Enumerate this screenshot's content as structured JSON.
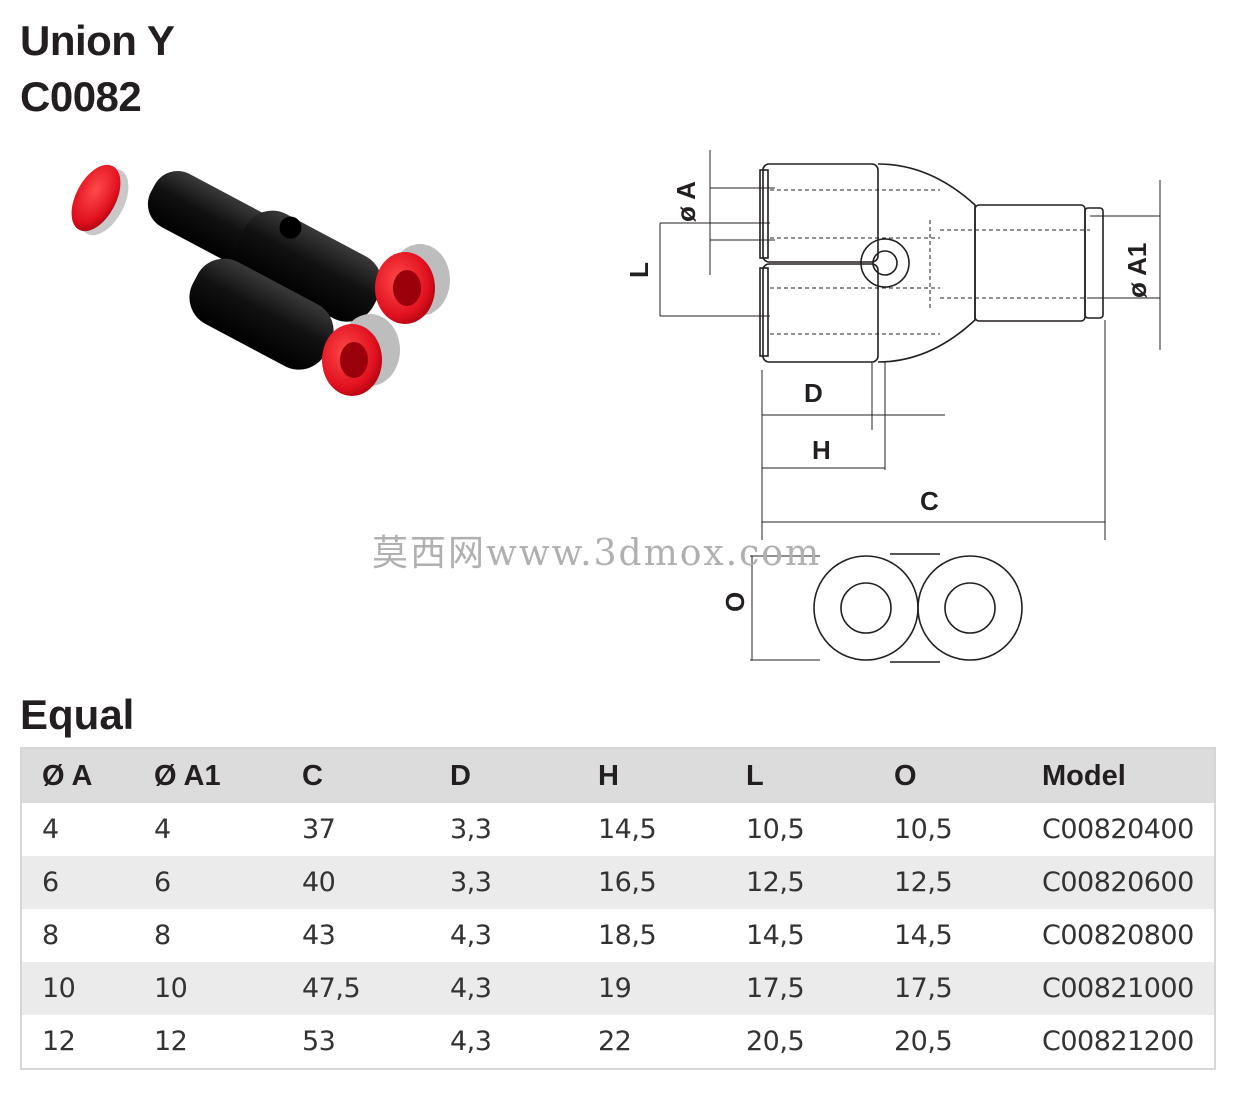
{
  "header": {
    "title": "Union Y",
    "code": "C0082"
  },
  "drawing": {
    "labels": {
      "a": "ø A",
      "a1": "ø A1",
      "l": "L",
      "d": "D",
      "h": "H",
      "c": "C",
      "o": "O"
    }
  },
  "watermark": "莫西网www.3dmox.com",
  "section": {
    "title": "Equal"
  },
  "table": {
    "headers": [
      "Ø A",
      "Ø A1",
      "C",
      "D",
      "H",
      "L",
      "O",
      "Model"
    ],
    "rows": [
      [
        "4",
        "4",
        "37",
        "3,3",
        "14,5",
        "10,5",
        "10,5",
        "C00820400"
      ],
      [
        "6",
        "6",
        "40",
        "3,3",
        "16,5",
        "12,5",
        "12,5",
        "C00820600"
      ],
      [
        "8",
        "8",
        "43",
        "4,3",
        "18,5",
        "14,5",
        "14,5",
        "C00820800"
      ],
      [
        "10",
        "10",
        "47,5",
        "4,3",
        "19",
        "17,5",
        "17,5",
        "C00821000"
      ],
      [
        "12",
        "12",
        "53",
        "4,3",
        "22",
        "20,5",
        "20,5",
        "C00821200"
      ]
    ]
  },
  "colors": {
    "fitting_body": "#1a1a1a",
    "collet": "#e0101e",
    "header_bg": "#dcdcdc",
    "row_alt": "#ebebeb"
  }
}
